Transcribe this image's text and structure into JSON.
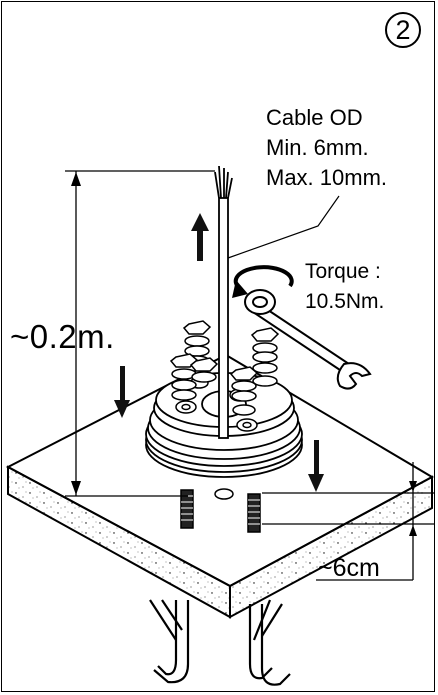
{
  "step": {
    "number": "2"
  },
  "cable": {
    "title": "Cable OD",
    "min": "Min. 6mm.",
    "max": "Max. 10mm."
  },
  "torque": {
    "title": "Torque :",
    "value": "10.5Nm."
  },
  "dimensions": {
    "height": "~0.2m.",
    "depth": "~6cm"
  },
  "icons": [
    "rotation-arrow-icon",
    "wrench-icon",
    "up-arrow-icon",
    "down-arrow-icon"
  ],
  "colors": {
    "line": "#000000",
    "background": "#ffffff",
    "concrete": "#f2f2f2"
  }
}
